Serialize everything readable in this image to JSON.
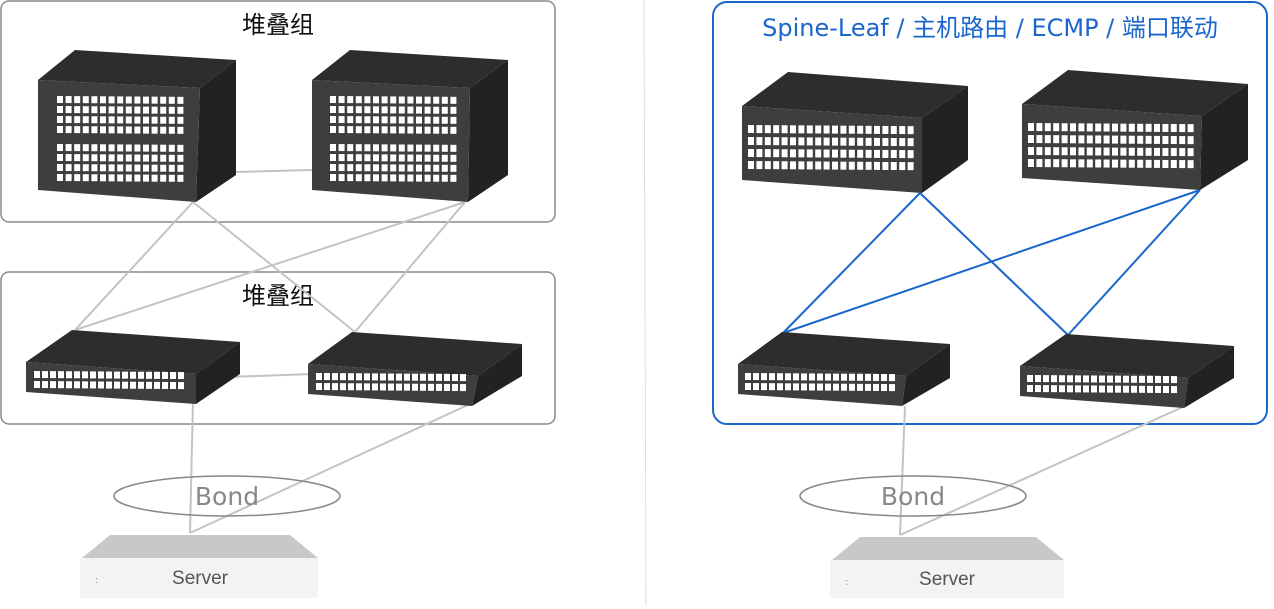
{
  "left_panel": {
    "upper_group_label": "堆叠组",
    "lower_group_label": "堆叠组",
    "bond_label": "Bond",
    "server_label": "Server"
  },
  "right_panel": {
    "title": "Spine-Leaf / 主机路由 / ECMP / 端口联动",
    "bond_label": "Bond",
    "server_label": "Server"
  },
  "colors": {
    "box_border": "#8a8a8a",
    "right_box_border": "#1a66cc",
    "right_title": "#1a66cc",
    "blue_link": "#1a66cc",
    "gray_link": "#c3c3c3",
    "device_front": "#3e3e3e",
    "device_top": "#2d2d2d",
    "device_side": "#222222",
    "port": "#ffffff",
    "server_top": "#c8c8c8",
    "server_front": "#f3f3f3"
  }
}
